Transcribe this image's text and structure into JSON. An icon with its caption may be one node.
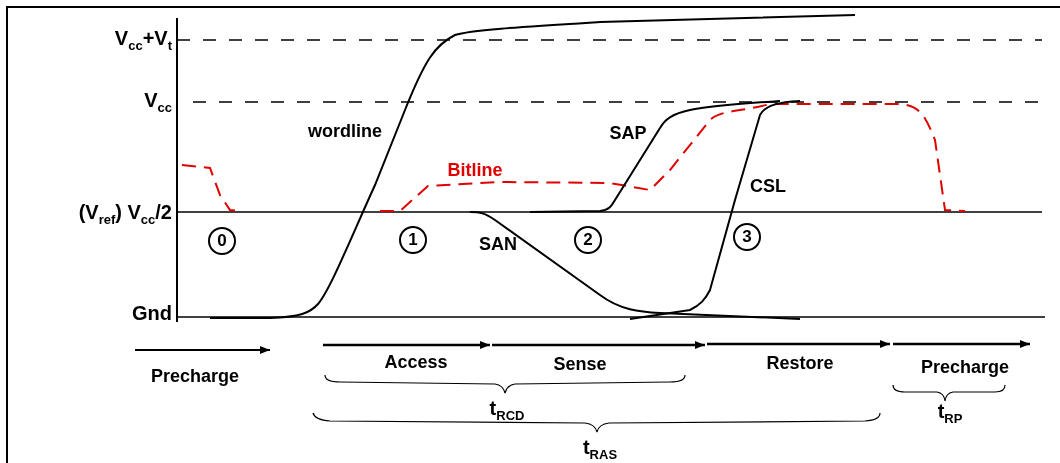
{
  "diagram": {
    "labels": [
      "V$_{cc}$+V$_{t}$",
      "V$_{cc}$",
      "wordline",
      "SAP",
      "Bitline",
      "CSL",
      "(V$_{ref}$) V$_{cc}$/2",
      "0",
      "1",
      "SAN",
      "2",
      "3",
      "Gnd",
      "Precharge",
      "Access",
      "Sense",
      "Restore",
      "Precharge",
      "t$_{RCD}$",
      "t$_{RP}$",
      "t$_{RAS}$"
    ]
  }
}
